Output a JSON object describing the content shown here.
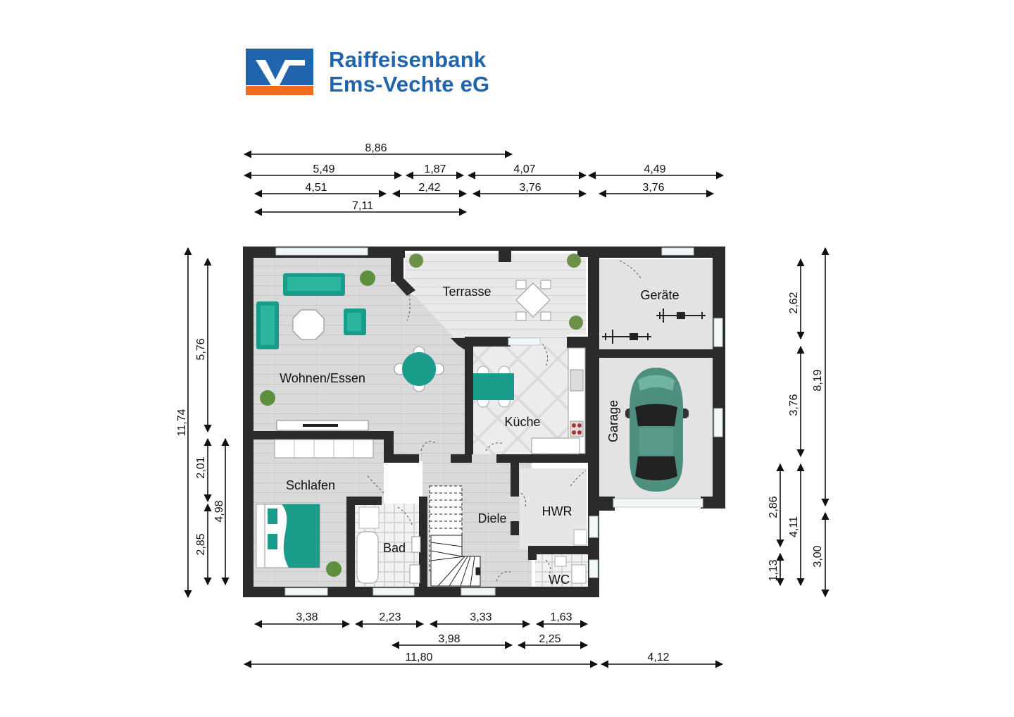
{
  "logo": {
    "line1": "Raiffeisenbank",
    "line2": "Ems-Vechte eG",
    "colors": {
      "blue": "#1f64ad",
      "orange": "#f26a1b"
    }
  },
  "rooms": {
    "terrasse": "Terrasse",
    "geraete": "Geräte",
    "wohnen": "Wohnen/Essen",
    "kueche": "Küche",
    "garage": "Garage",
    "schlafen": "Schlafen",
    "bad": "Bad",
    "diele": "Diele",
    "hwr": "HWR",
    "wc": "WC"
  },
  "dimensions": {
    "top": [
      "8,86",
      "5,49",
      "1,87",
      "4,07",
      "4,49",
      "4,51",
      "2,42",
      "3,76",
      "3,76",
      "7,11"
    ],
    "bottom": [
      "3,38",
      "2,23",
      "3,33",
      "1,63",
      "3,98",
      "2,25",
      "11,80",
      "4,12"
    ],
    "left": [
      "11,74",
      "5,76",
      "2,01",
      "2,85",
      "4,98"
    ],
    "right": [
      "2,62",
      "3,76",
      "8,19",
      "2,86",
      "4,11",
      "3,00",
      "1,13"
    ]
  },
  "colors": {
    "wall": "#2b2b2b",
    "floor_wood": "#d9d9d9",
    "floor_tile": "#e6e6e6",
    "accent_teal": "#1a9c8a",
    "garage_floor": "#e3e3e3",
    "car": "#4f8f80"
  }
}
